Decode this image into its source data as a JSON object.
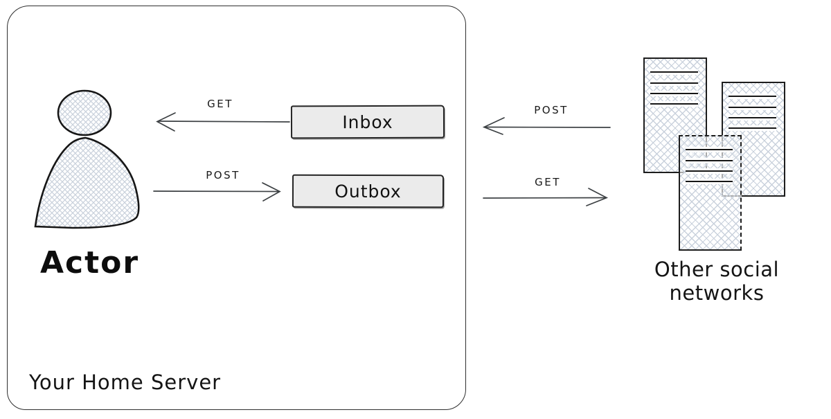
{
  "home_server": {
    "label": "Your Home Server",
    "actor_label": "Actor",
    "inbox_label": "Inbox",
    "outbox_label": "Outbox",
    "get_arrow_label": "GET",
    "post_arrow_label": "POST"
  },
  "federation": {
    "post_arrow_label": "POST",
    "get_arrow_label": "GET"
  },
  "external": {
    "label": "Other social networks",
    "document_count": 3
  },
  "icons": {
    "actor": "person-silhouette-icon",
    "documents": "document-stack-icon"
  },
  "colors": {
    "stroke": "#1e1e1e",
    "arrow": "#3c4043",
    "box_fill": "#ebebeb",
    "crosshatch": "#c9d1dc",
    "background": "#ffffff"
  }
}
